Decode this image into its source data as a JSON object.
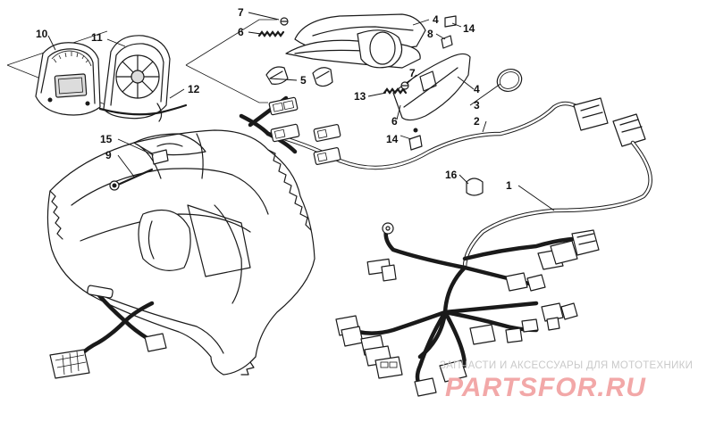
{
  "diagram": {
    "callouts": {
      "c1": "1",
      "c2": "2",
      "c3": "3",
      "c4a": "4",
      "c4b": "4",
      "c5": "5",
      "c6a": "6",
      "c6b": "6",
      "c7a": "7",
      "c7b": "7",
      "c8": "8",
      "c9": "9",
      "c10": "10",
      "c11": "11",
      "c12": "12",
      "c13": "13",
      "c14a": "14",
      "c14b": "14",
      "c15": "15",
      "c16": "16"
    }
  },
  "watermark": {
    "text": "ЗАПЧАСТИ И АКСЕССУАРЫ ДЛЯ МОТОТЕХНИКИ",
    "logo": "PARTSFOR.RU"
  },
  "colors": {
    "line": "#1a1a1a",
    "watermark_logo": "#f2a8a8",
    "watermark_text": "#c9c9c9"
  }
}
